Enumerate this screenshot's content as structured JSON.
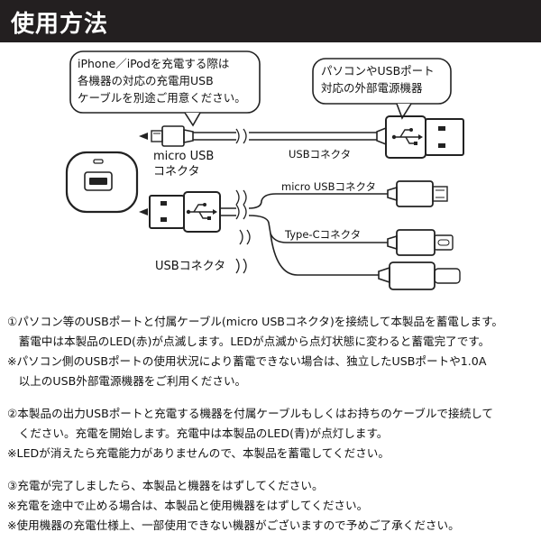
{
  "title": "使用方法",
  "callouts": {
    "left": [
      "iPhone／iPodを充電する際は",
      "各機器の対応の充電用USB",
      "ケーブルを別途ご用意ください。"
    ],
    "right": [
      "パソコンやUSBポート",
      "対応の外部電源機器"
    ]
  },
  "labels": {
    "micro_usb_top": "micro USB",
    "micro_usb_top2": "コネクタ",
    "usb_connector_top": "USBコネクタ",
    "micro_usb_connector": "micro USBコネクタ",
    "type_c_connector": "Type-Cコネクタ",
    "usb_connector_bottom": "USBコネクタ"
  },
  "notes": [
    "①パソコン等のUSBポートと付属ケーブル(micro USBコネクタ)を接続して本製品を蓄電します。",
    "　蓄電中は本製品のLED(赤)が点滅します。LEDが点滅から点灯状態に変わると蓄電完了です。",
    "※パソコン側のUSBポートの使用状況により蓄電できない場合は、独立したUSBポートや1.0A",
    "　以上のUSB外部電源機器をご利用ください。",
    "②本製品の出力USBポートと充電する機器を付属ケーブルもしくはお持ちのケーブルで接続して",
    "　ください。充電を開始します。充電中は本製品のLED(青)が点灯します。",
    "※LEDが消えたら充電能力がありませんので、本製品を蓄電してください。",
    "③充電が完了しましたら、本製品と機器をはずしてください。",
    "※充電を途中で止める場合は、本製品と使用機器をはずしてください。",
    "※使用機器の充電仕様上、一部使用できない機器がございますので予めご了承ください。"
  ],
  "colors": {
    "title_bg": "#231f20",
    "title_fg": "#ffffff",
    "line": "#222222"
  }
}
